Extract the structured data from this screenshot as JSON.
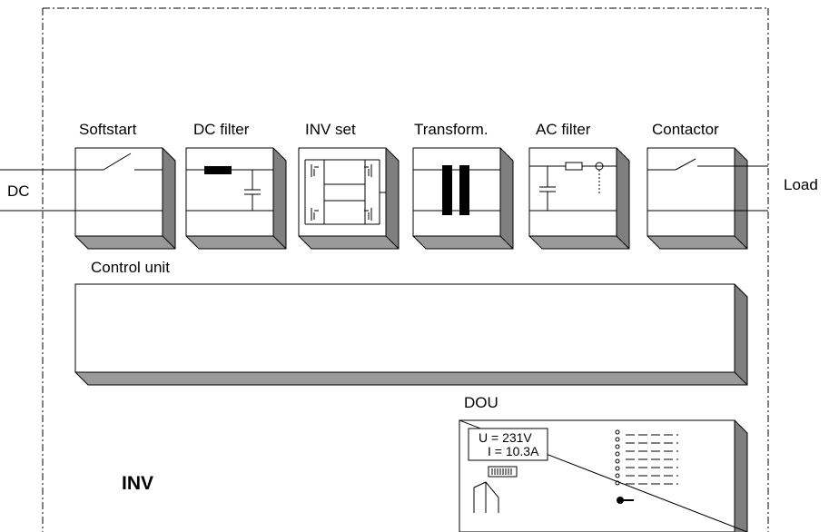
{
  "diagram": {
    "modules": [
      {
        "label": "Softstart"
      },
      {
        "label": "DC filter"
      },
      {
        "label": "INV set"
      },
      {
        "label": "Transform."
      },
      {
        "label": "AC filter"
      },
      {
        "label": "Contactor"
      }
    ],
    "input_label": "DC",
    "output_label": "Load",
    "control_unit_label": "Control unit",
    "dou_label": "DOU",
    "dou_display": {
      "voltage_line": "U = 231V",
      "current_line": "I = 10.3A"
    },
    "inv_label": "INV"
  },
  "colors": {
    "line": "#000000",
    "box_face": "#ffffff",
    "box_side": "#7f7f7f",
    "box_bottom": "#9a9a9a"
  }
}
